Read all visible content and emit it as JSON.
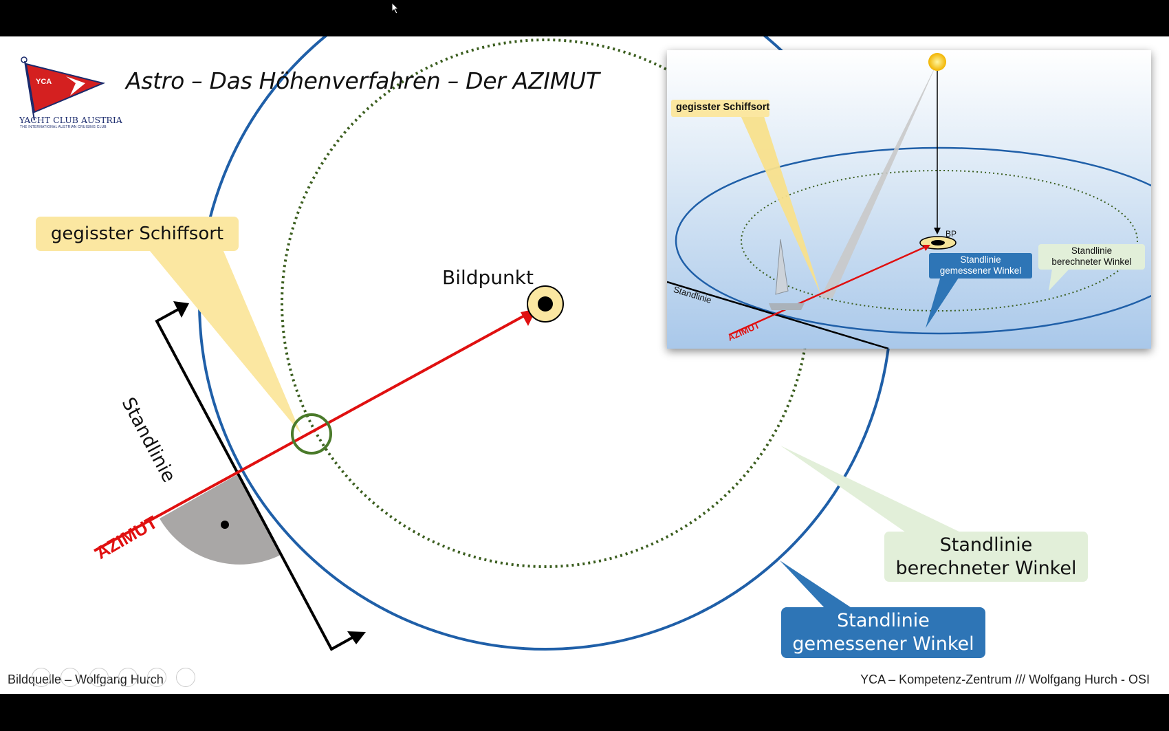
{
  "title": "Astro – Das Höhenverfahren – Der AZIMUT",
  "logo": {
    "flag_text": "YCA",
    "name": "YACHT CLUB AUSTRIA",
    "tagline": "THE INTERNATIONAL AUSTRIAN CRUISING CLUB"
  },
  "labels": {
    "schiffsort": "gegisster Schiffsort",
    "bildpunkt": "Bildpunkt",
    "standlinie": "Standlinie",
    "azimut": "AZIMUT",
    "berechnet_line1": "Standlinie",
    "berechnet_line2": "berechneter Winkel",
    "gemessen_line1": "Standlinie",
    "gemessen_line2": "gemessener Winkel"
  },
  "inset": {
    "schiffsort": "gegisster Schiffsort",
    "bp": "BP",
    "standlinie": "Standlinie",
    "azimut": "AZIMUT",
    "gemessen_line1": "Standlinie",
    "gemessen_line2": "gemessener Winkel",
    "berechnet_line1": "Standlinie",
    "berechnet_line2": "berechneter Winkel"
  },
  "footer": {
    "left": "Bildquelle – Wolfgang Hurch",
    "right": "YCA – Kompetenz-Zentrum  ///  Wolfgang Hurch - OSI"
  },
  "colors": {
    "circle_measured": "#1f5fa8",
    "circle_calculated": "#3b5e1f",
    "azimuth": "#e01010",
    "callout_yellow": "#fbe7a1",
    "callout_green": "#e2efd9",
    "callout_blue": "#2e75b6"
  }
}
